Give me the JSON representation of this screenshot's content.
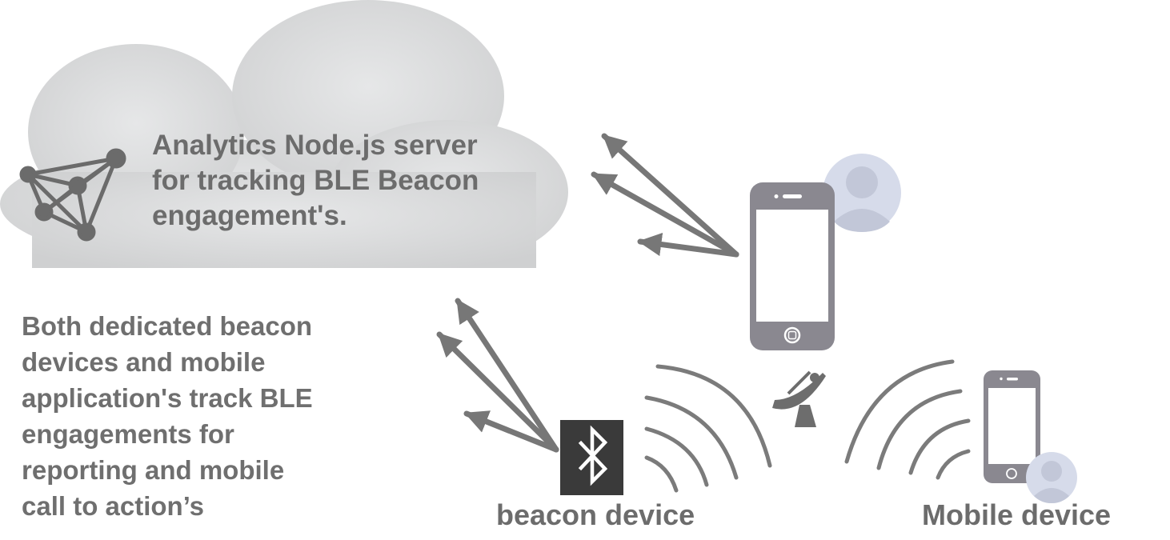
{
  "cloud": {
    "lines": [
      "Analytics Node.js server",
      "for tracking BLE Beacon",
      "engagement's."
    ]
  },
  "description": {
    "lines": [
      "Both dedicated beacon",
      "devices and mobile",
      "application's track BLE",
      "engagements for",
      "reporting and mobile",
      "call to action’s"
    ]
  },
  "labels": {
    "beacon": "beacon device",
    "mobile": "Mobile device"
  },
  "icons": {
    "network": "network-graph-icon",
    "phone": "smartphone-icon",
    "avatar": "user-avatar-icon",
    "bluetooth": "bluetooth-icon",
    "satellite": "satellite-dish-icon",
    "signal": "signal-waves-icon",
    "arrow": "arrow-icon"
  },
  "colors": {
    "cloud": "#d8d9da",
    "text": "#6f6f6f",
    "arrow": "#777777",
    "phone_body": "#8a8890",
    "phone_screen": "#ffffff",
    "avatar_bg": "#d6dbea",
    "avatar_fg": "#c2c7d8",
    "bluetooth_bg": "#3a3a3a",
    "waves": "#7b7b7b"
  }
}
